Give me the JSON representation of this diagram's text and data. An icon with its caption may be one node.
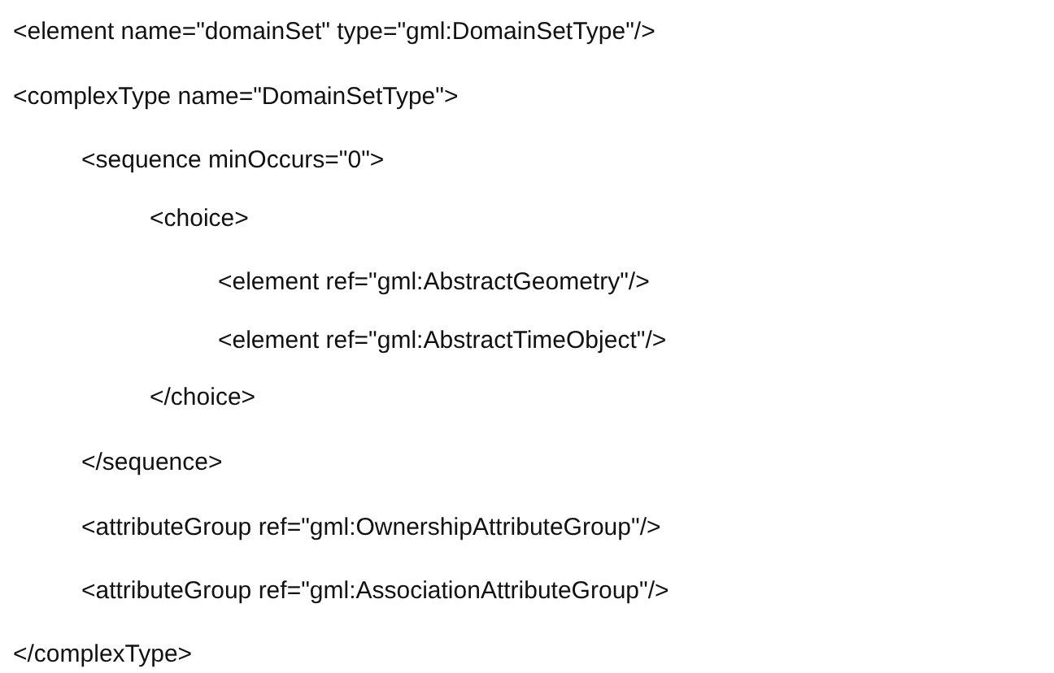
{
  "diagram": {
    "labels": [
      "<element name=\"domainSet\" type=\"gml:DomainSetType\"/>",
      "<complexType name=\"DomainSetType\">",
      "<sequence minOccurs=\"0\">",
      "<choice>",
      "<element ref=\"gml:AbstractGeometry\"/>",
      "<element ref=\"gml:AbstractTimeObject\"/>",
      "</choice>",
      "</sequence>",
      "<attributeGroup ref=\"gml:OwnershipAttributeGroup\"/>",
      "<attributeGroup ref=\"gml:AssociationAttributeGroup\"/>",
      "</complexType>"
    ]
  }
}
